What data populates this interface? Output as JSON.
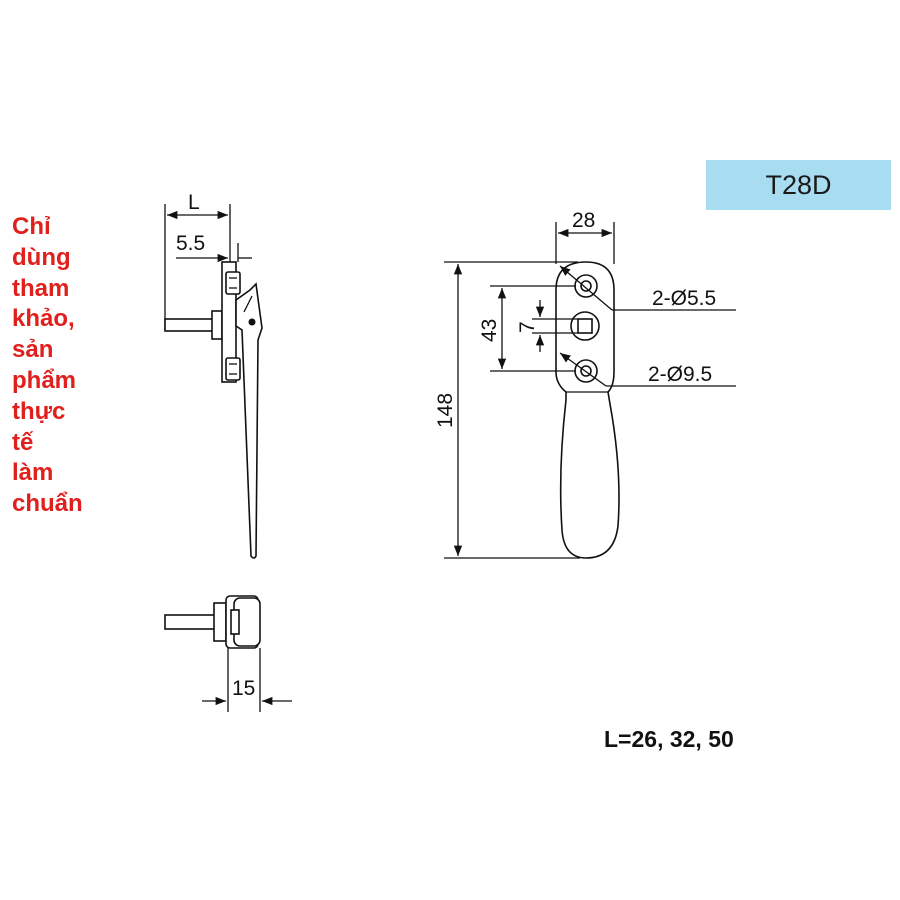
{
  "note": {
    "lines": [
      "Chỉ",
      "dùng",
      "tham",
      "khảo,",
      "sản",
      "phẩm",
      "thực",
      "tế",
      "làm",
      "chuẩn"
    ],
    "color": "#e0201c"
  },
  "model": {
    "code": "T28D",
    "badge_color": "#a8dcf0"
  },
  "lengths": "L=26, 32, 50",
  "dimensions": {
    "length_label": "L",
    "offset": "5.5",
    "base_thickness": "15",
    "width": "28",
    "total_height": "148",
    "hole_spacing": "43",
    "square_size": "7",
    "small_holes": "2-Ø5.5",
    "large_holes": "2-Ø9.5"
  }
}
